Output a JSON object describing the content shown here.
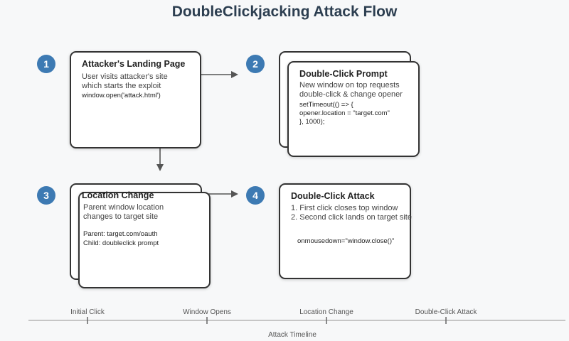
{
  "title": "DoubleClickjacking Attack Flow",
  "steps": [
    {
      "number": "1",
      "title": "Attacker's Landing Page",
      "desc": [
        "User visits attacker's site",
        "which starts the exploit"
      ],
      "code": [
        "window.open('attack.html')"
      ]
    },
    {
      "number": "2",
      "title": "Double-Click Prompt",
      "desc": [
        "New window on top requests",
        "double-click & change opener"
      ],
      "code": [
        "setTimeout(() => {",
        "opener.location = \"target.com\"",
        "}, 1000);"
      ]
    },
    {
      "number": "3",
      "title": "Location Change",
      "desc": [
        "Parent window location",
        "changes to target site"
      ],
      "code": [
        "Parent: target.com/oauth",
        "Child: doubleclick prompt"
      ]
    },
    {
      "number": "4",
      "title": "Double-Click Attack",
      "desc": [
        "1. First click closes top window",
        "2. Second click lands on target site"
      ],
      "code": [
        "onmousedown=\"window.close()\""
      ]
    }
  ],
  "timeline": {
    "label": "Attack Timeline",
    "ticks": [
      "Initial Click",
      "Window Opens",
      "Location Change",
      "Double-Click Attack"
    ]
  },
  "colors": {
    "badge": "#3d7ab3",
    "title": "#2c3e50",
    "stroke": "#333333",
    "arrow": "#555555"
  }
}
